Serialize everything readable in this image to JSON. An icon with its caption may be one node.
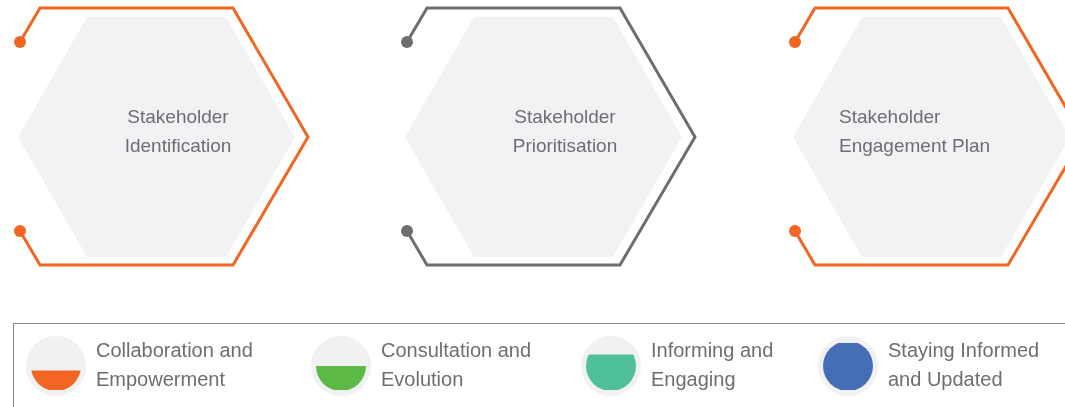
{
  "diagram": {
    "nodes": [
      {
        "text": [
          "Stakeholder Identification"
        ]
      },
      {
        "text": [
          "Stakeholder Prioritisation"
        ]
      },
      {
        "text": [
          "Stakeholder Engagement Plan"
        ]
      }
    ],
    "legend": [
      {
        "text": "Collaboration and Empowerment",
        "color": "#f26522"
      },
      {
        "text": "Consultation and Evolution",
        "color": "#5cb946"
      },
      {
        "text": "Informing and Engaging",
        "color": "#50c098"
      },
      {
        "text": "Staying Informed and Updated",
        "color": "#446fb7"
      }
    ]
  }
}
